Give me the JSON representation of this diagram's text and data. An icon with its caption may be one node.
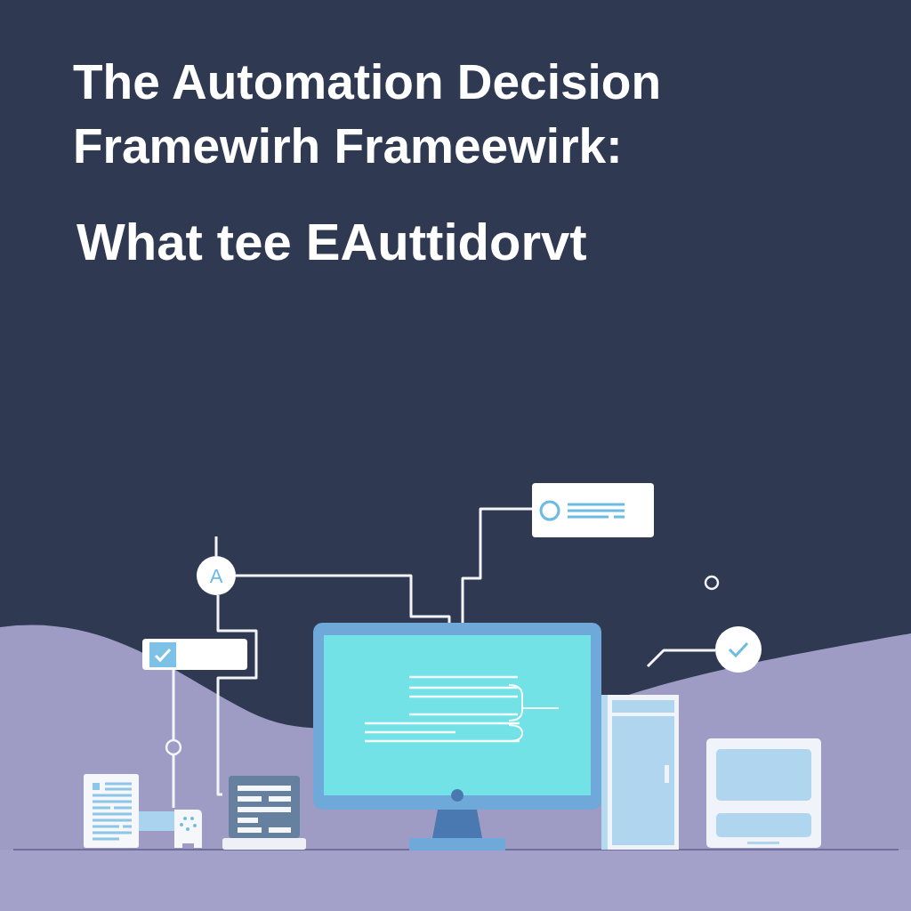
{
  "diagram": {
    "title": "The Automation Decision Framewirh Frameewirk:",
    "nodes": [
      {
        "text": [
          "A"
        ]
      },
      {
        "text": [],
        "shape": "box"
      },
      {
        "text": [],
        "shape": "picture"
      },
      {
        "text": [],
        "shape": "box"
      },
      {
        "text": [],
        "shape": "picture"
      },
      {
        "text": [],
        "shape": "picture"
      },
      {
        "text": [],
        "shape": "picture"
      },
      {
        "text": [],
        "shape": "circle"
      }
    ],
    "edges": [
      {
        "from": 0,
        "to": 2,
        "arrow": "none"
      },
      {
        "from": 1,
        "to": 2,
        "arrow": "none"
      },
      {
        "from": 0,
        "to": null,
        "arrow": "none"
      },
      {
        "from": 0,
        "to": 6,
        "arrow": "none"
      },
      {
        "from": 3,
        "to": 5,
        "arrow": "none"
      },
      {
        "from": 7,
        "to": null,
        "arrow": "none"
      }
    ],
    "labels": [
      "What tee EAuttidorvt"
    ]
  }
}
